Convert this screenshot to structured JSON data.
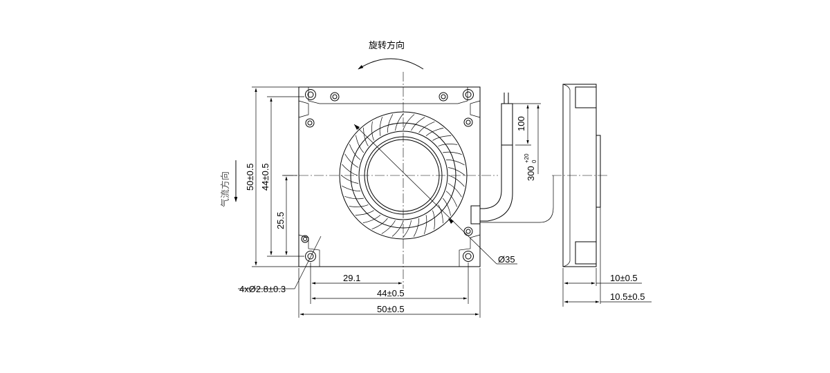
{
  "labels": {
    "rotation_direction": "旋转方向",
    "airflow_direction": "气流方向",
    "height_outer": "50±0.5",
    "height_inner": "44±0.5",
    "hole_offset_y": "25.5",
    "hole_spec": "4xØ2.8±0.3",
    "hole_offset_x": "29.1",
    "width_inner": "44±0.5",
    "width_outer": "50±0.5",
    "impeller_diameter": "Ø35",
    "lead_strip": "100",
    "lead_length": "300",
    "lead_tol_upper": "+20",
    "lead_tol_lower": "0",
    "thickness_body": "10±0.5",
    "thickness_total": "10.5±0.5"
  }
}
